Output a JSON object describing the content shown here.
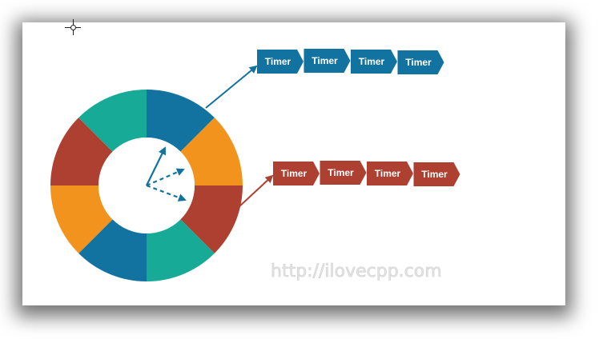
{
  "colors": {
    "blue": "#1272a0",
    "orange": "#f2931e",
    "red": "#ae4031",
    "teal": "#17ab97",
    "ring_hole": "#ffffff"
  },
  "ring": {
    "segments": [
      {
        "color_key": "blue"
      },
      {
        "color_key": "orange"
      },
      {
        "color_key": "red"
      },
      {
        "color_key": "teal"
      },
      {
        "color_key": "blue"
      },
      {
        "color_key": "orange"
      },
      {
        "color_key": "red"
      },
      {
        "color_key": "teal"
      }
    ]
  },
  "queues": [
    {
      "name": "blue-queue",
      "color_key": "blue",
      "items": [
        "Timer",
        "Timer",
        "Timer",
        "Timer"
      ]
    },
    {
      "name": "red-queue",
      "color_key": "red",
      "items": [
        "Timer",
        "Timer",
        "Timer",
        "Timer"
      ]
    }
  ],
  "watermark": "http://ilovecpp.com",
  "cursor_icon": "crosshair-cursor-icon"
}
